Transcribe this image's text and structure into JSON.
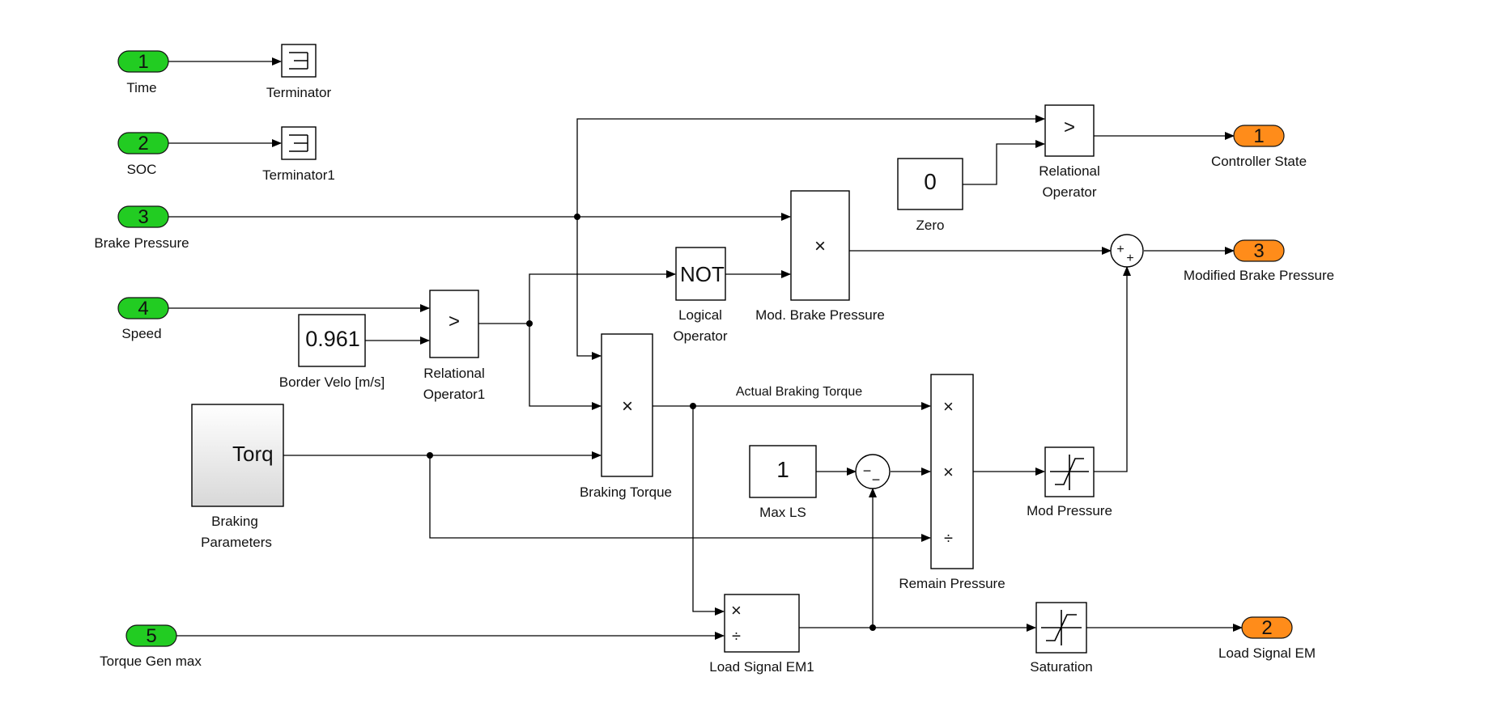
{
  "inports": [
    {
      "num": "1",
      "label": "Time"
    },
    {
      "num": "2",
      "label": "SOC"
    },
    {
      "num": "3",
      "label": "Brake Pressure"
    },
    {
      "num": "4",
      "label": "Speed"
    },
    {
      "num": "5",
      "label": "Torque Gen max"
    }
  ],
  "outports": [
    {
      "num": "1",
      "label": "Controller State"
    },
    {
      "num": "3",
      "label": "Modified Brake Pressure"
    },
    {
      "num": "2",
      "label": "Load Signal EM"
    }
  ],
  "blocks": {
    "terminator": "Terminator",
    "terminator1": "Terminator1",
    "zero_value": "0",
    "zero_label": "Zero",
    "rel_op_symbol": ">",
    "rel_op_label_1": "Relational",
    "rel_op_label_2": "Operator",
    "rel_op1_symbol": ">",
    "rel_op1_label_1": "Relational",
    "rel_op1_label_2": "Operator1",
    "border_velo_value": "0.961",
    "border_velo_label": "Border Velo [m/s]",
    "logical_op_value": "NOT",
    "logical_op_label_1": "Logical",
    "logical_op_label_2": "Operator",
    "mod_brake_symbol": "×",
    "mod_brake_label": "Mod. Brake Pressure",
    "braking_torque_symbol": "×",
    "braking_torque_label": "Braking Torque",
    "braking_params_value": "Torq",
    "braking_params_label_1": "Braking",
    "braking_params_label_2": "Parameters",
    "max_ls_value": "1",
    "max_ls_label": "Max LS",
    "remain_label": "Remain Pressure",
    "remain_sym_1": "×",
    "remain_sym_2": "×",
    "remain_sym_3": "÷",
    "mod_pressure_label": "Mod Pressure",
    "saturation_label": "Saturation",
    "load_signal_label": "Load Signal EM1",
    "load_sym_1": "×",
    "load_sym_2": "÷",
    "sum_sign_1": "+",
    "sum_sign_2": "+",
    "sub_sign": "−"
  },
  "signals": {
    "actual_braking_torque": "Actual Braking Torque"
  },
  "colors": {
    "inport": "#22cc22",
    "outport": "#ff8c1a",
    "wire": "#000000"
  }
}
